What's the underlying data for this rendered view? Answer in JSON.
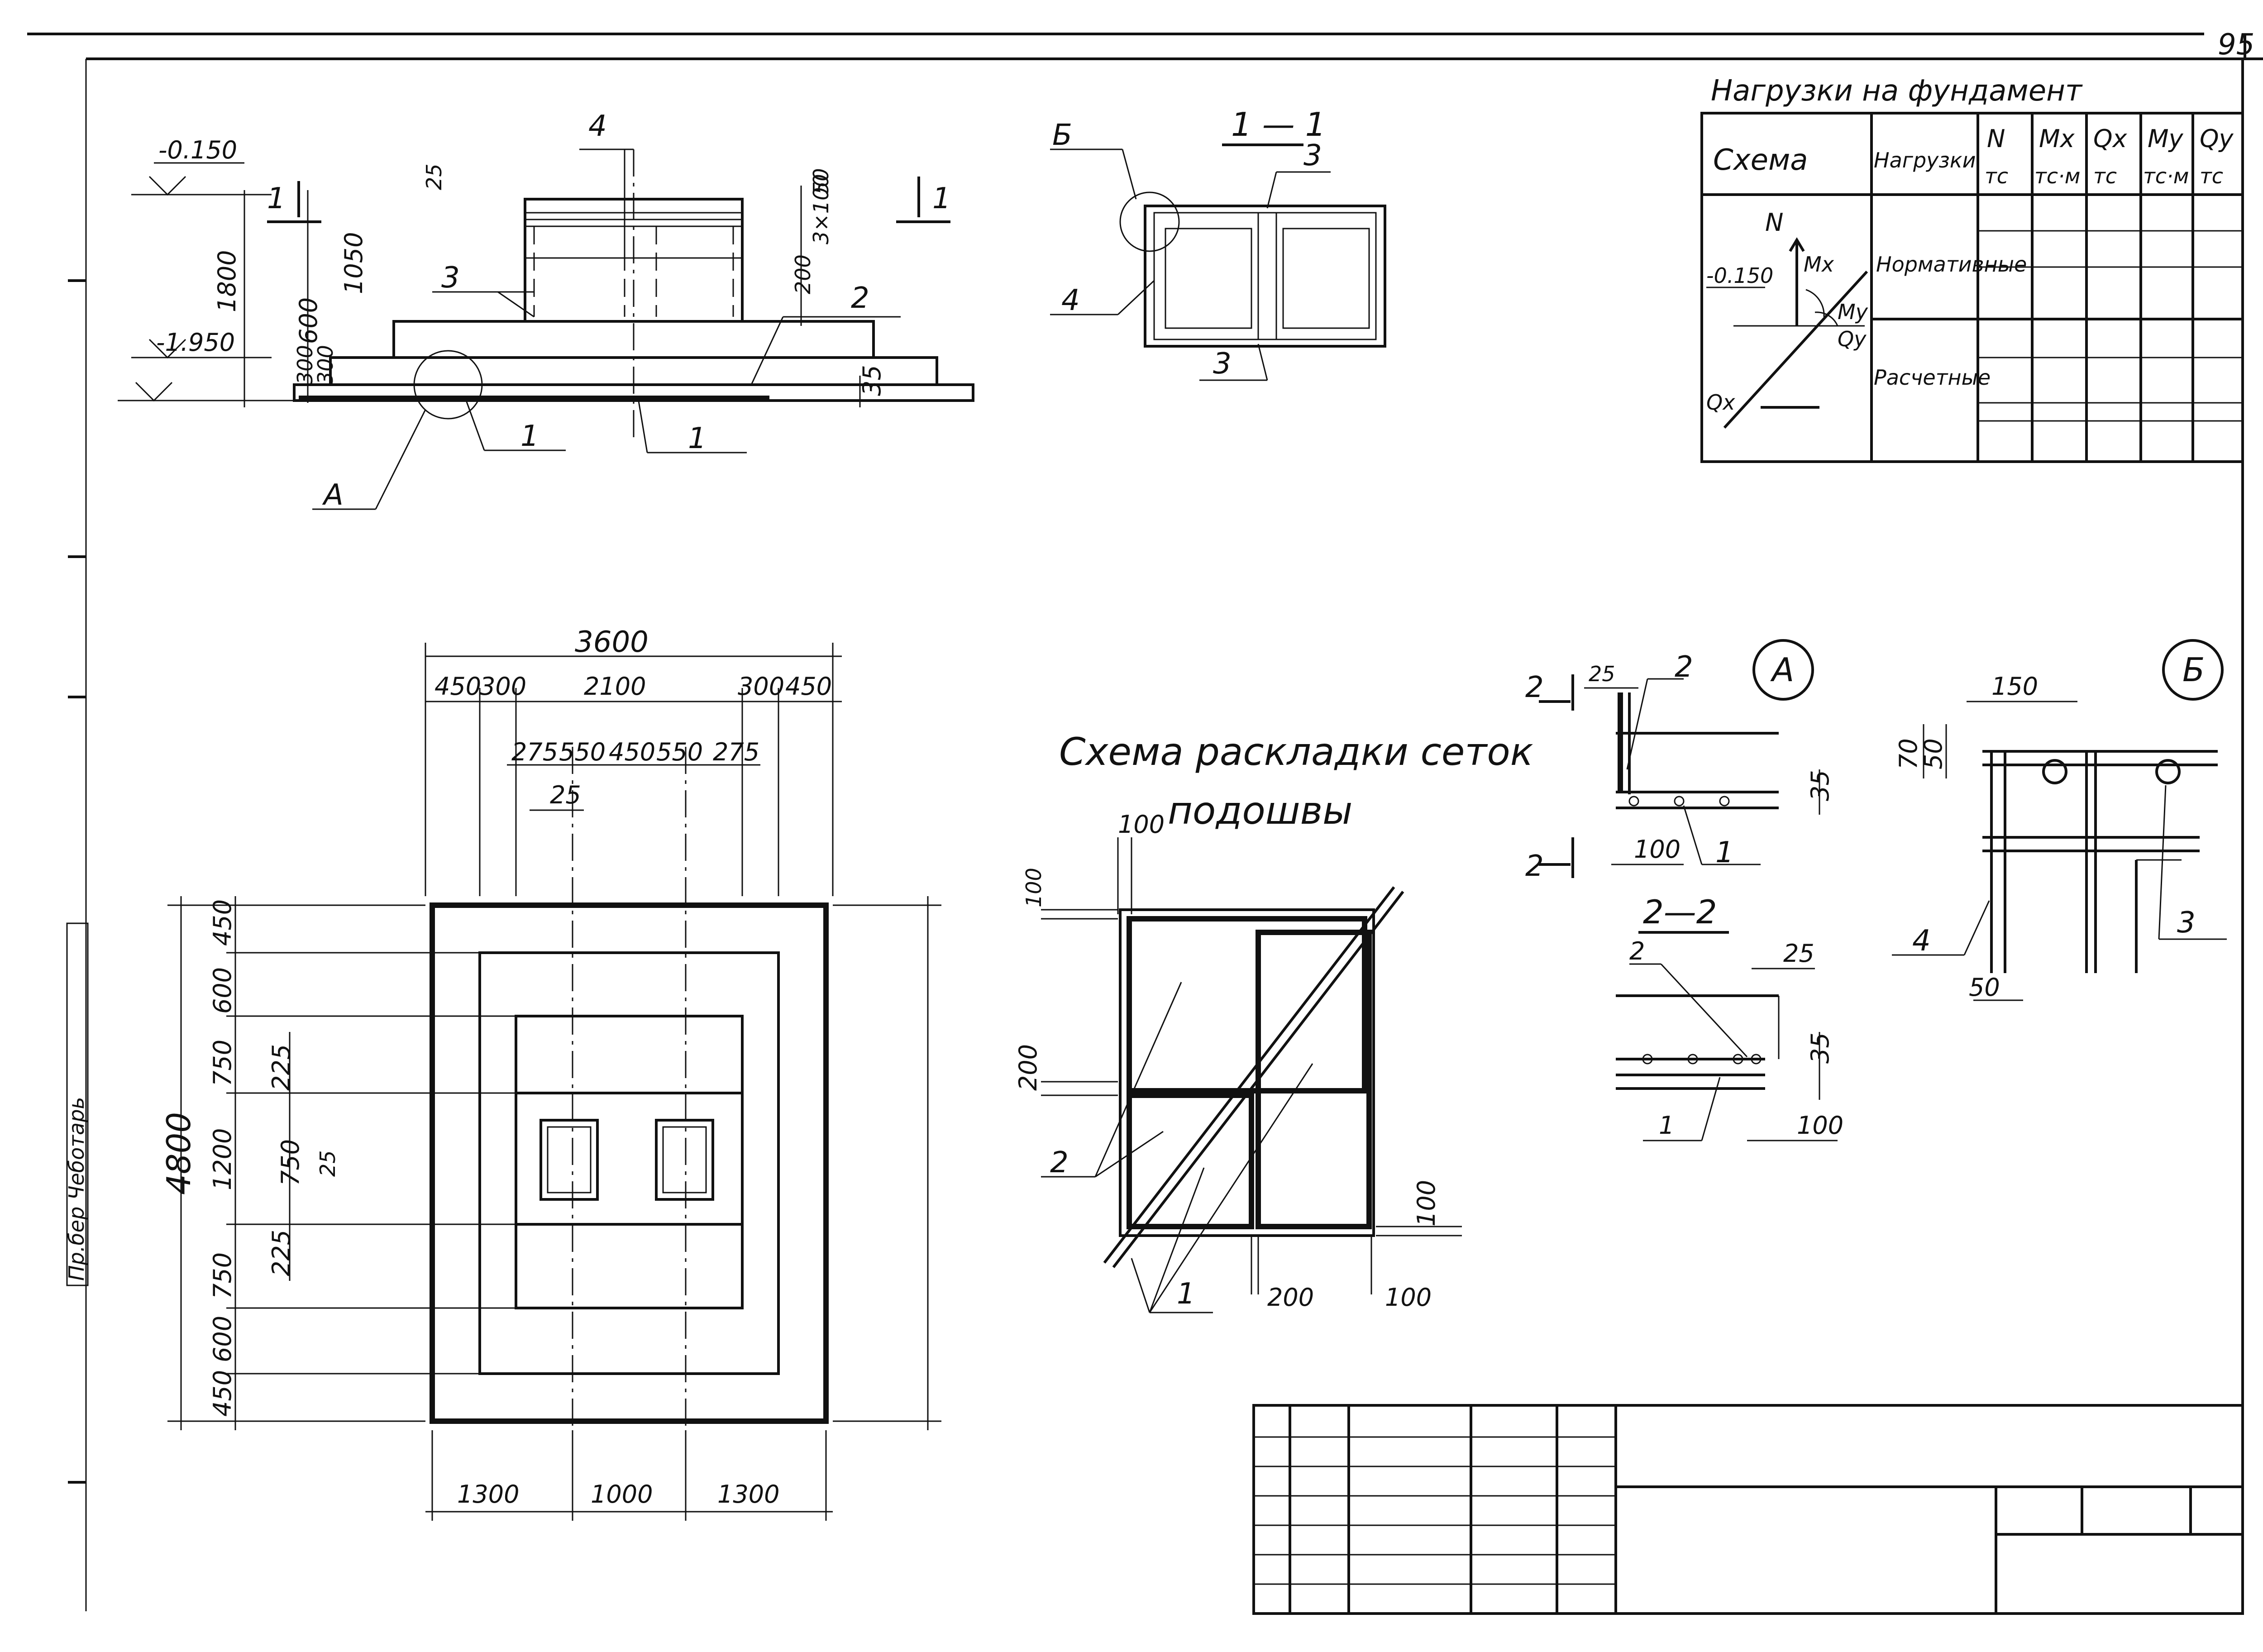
{
  "sheet": {
    "page_number": "95"
  },
  "loads_table": {
    "title": "Нагрузки на фундамент",
    "col_scheme": "Схема",
    "col_loads": "Нагрузки",
    "columns": [
      {
        "name": "N",
        "unit": "тс"
      },
      {
        "name": "Mx",
        "unit": "тс·м"
      },
      {
        "name": "Qx",
        "unit": "тс"
      },
      {
        "name": "My",
        "unit": "тс·м"
      },
      {
        "name": "Qy",
        "unit": "тс"
      }
    ],
    "row_normative": "Нормативные",
    "row_design": "Расчетные",
    "scheme_labels": {
      "N": "N",
      "Mx": "Mx",
      "My": "My",
      "Qy": "Qy",
      "Qx": "Qx",
      "level": "-0.150"
    }
  },
  "elevation": {
    "levels": [
      "-0.150",
      "-1.950"
    ],
    "dims_vertical": [
      "1800",
      "1050",
      "600",
      "300",
      "300",
      "25",
      "50",
      "3×100",
      "200",
      "35"
    ],
    "callouts": [
      "4",
      "3",
      "2",
      "1",
      "1",
      "А"
    ],
    "section_marks": [
      "1",
      "1"
    ]
  },
  "section_1_1": {
    "title": "1 — 1",
    "callouts": [
      "Б",
      "3",
      "4",
      "3"
    ]
  },
  "plan": {
    "dims_top": [
      "3600",
      "450",
      "300",
      "2100",
      "300",
      "450",
      "275",
      "550",
      "450",
      "550",
      "275",
      "25"
    ],
    "dims_left": [
      "4800",
      "450",
      "600",
      "750",
      "1200",
      "750",
      "600",
      "450",
      "225",
      "750",
      "25",
      "225"
    ],
    "dims_bottom": [
      "1300",
      "1000",
      "1300"
    ]
  },
  "mesh_scheme": {
    "title_line1": "Схема раскладки сеток",
    "title_line2": "подошвы",
    "dims": [
      "100",
      "100",
      "200",
      "100",
      "200",
      "100"
    ],
    "callouts": [
      "2",
      "1"
    ]
  },
  "detail_A": {
    "title": "А",
    "dims": [
      "25",
      "35",
      "100"
    ],
    "callouts": [
      "2",
      "1"
    ],
    "section_marks": [
      "2",
      "2"
    ]
  },
  "section_2_2": {
    "title": "2—2",
    "dims": [
      "25",
      "35",
      "100"
    ],
    "callouts": [
      "2",
      "1"
    ]
  },
  "detail_B": {
    "title": "Б",
    "dims": [
      "150",
      "70",
      "50",
      "50"
    ],
    "callouts": [
      "4",
      "3"
    ]
  },
  "margin_stamp": {
    "text": "Пр.бер  Чеботарь"
  }
}
